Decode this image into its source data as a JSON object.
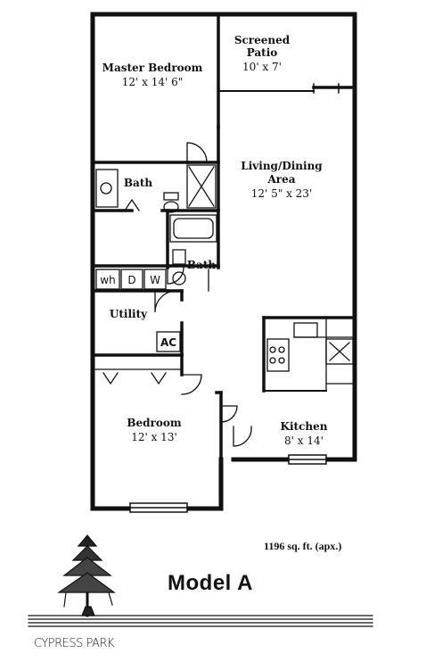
{
  "rooms": {
    "master_bedroom": {
      "name": "Master Bedroom",
      "size": "12' x 14' 6\""
    },
    "screened_patio": {
      "name_line1": "Screened",
      "name_line2": "Patio",
      "size": "10' x 7'"
    },
    "living_dining": {
      "name_line1": "Living/Dining",
      "name_line2": "Area",
      "size": "12' 5\" x 23'"
    },
    "bath_upper": {
      "name": "Bath"
    },
    "bath_lower": {
      "name": "Bath"
    },
    "utility": {
      "name": "Utility"
    },
    "ac": {
      "name": "AC"
    },
    "bedroom": {
      "name": "Bedroom",
      "size": "12' x 13'"
    },
    "kitchen": {
      "name": "Kitchen",
      "size": "8' x 14'"
    }
  },
  "appliances": {
    "washer": "wh",
    "dryer": "D",
    "water_heater": "W"
  },
  "footer": {
    "square_feet": "1196 sq. ft. (apx.)",
    "model": "Model A",
    "brand": "CYPRESS PARK"
  }
}
